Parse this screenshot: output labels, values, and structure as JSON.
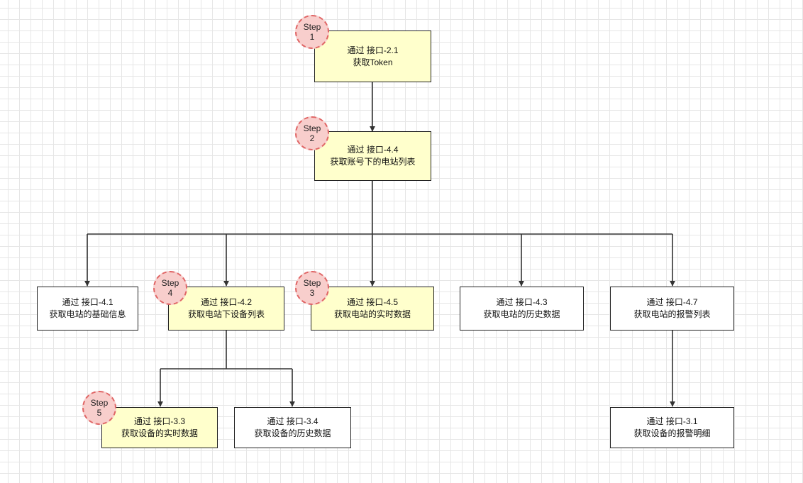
{
  "colors": {
    "highlight_fill": "#ffffcc",
    "badge_fill": "#f8cecc",
    "badge_border": "#e06666",
    "line": "#333333"
  },
  "nodes": {
    "get_token": {
      "line1": "通过 接口-2.1",
      "line2": "获取Token"
    },
    "station_list": {
      "line1": "通过 接口-4.4",
      "line2": "获取账号下的电站列表"
    },
    "station_basic": {
      "line1": "通过 接口-4.1",
      "line2": "获取电站的基础信息"
    },
    "station_devices": {
      "line1": "通过 接口-4.2",
      "line2": "获取电站下设备列表"
    },
    "station_realtime": {
      "line1": "通过 接口-4.5",
      "line2": "获取电站的实时数据"
    },
    "station_history": {
      "line1": "通过 接口-4.3",
      "line2": "获取电站的历史数据"
    },
    "station_alarms": {
      "line1": "通过 接口-4.7",
      "line2": "获取电站的报警列表"
    },
    "device_realtime": {
      "line1": "通过 接口-3.3",
      "line2": "获取设备的实时数据"
    },
    "device_history": {
      "line1": "通过 接口-3.4",
      "line2": "获取设备的历史数据"
    },
    "device_alarms": {
      "line1": "通过 接口-3.1",
      "line2": "获取设备的报警明细"
    }
  },
  "steps": {
    "s1": {
      "word": "Step",
      "num": "1"
    },
    "s2": {
      "word": "Step",
      "num": "2"
    },
    "s3": {
      "word": "Step",
      "num": "3"
    },
    "s4": {
      "word": "Step",
      "num": "4"
    },
    "s5": {
      "word": "Step",
      "num": "5"
    }
  }
}
